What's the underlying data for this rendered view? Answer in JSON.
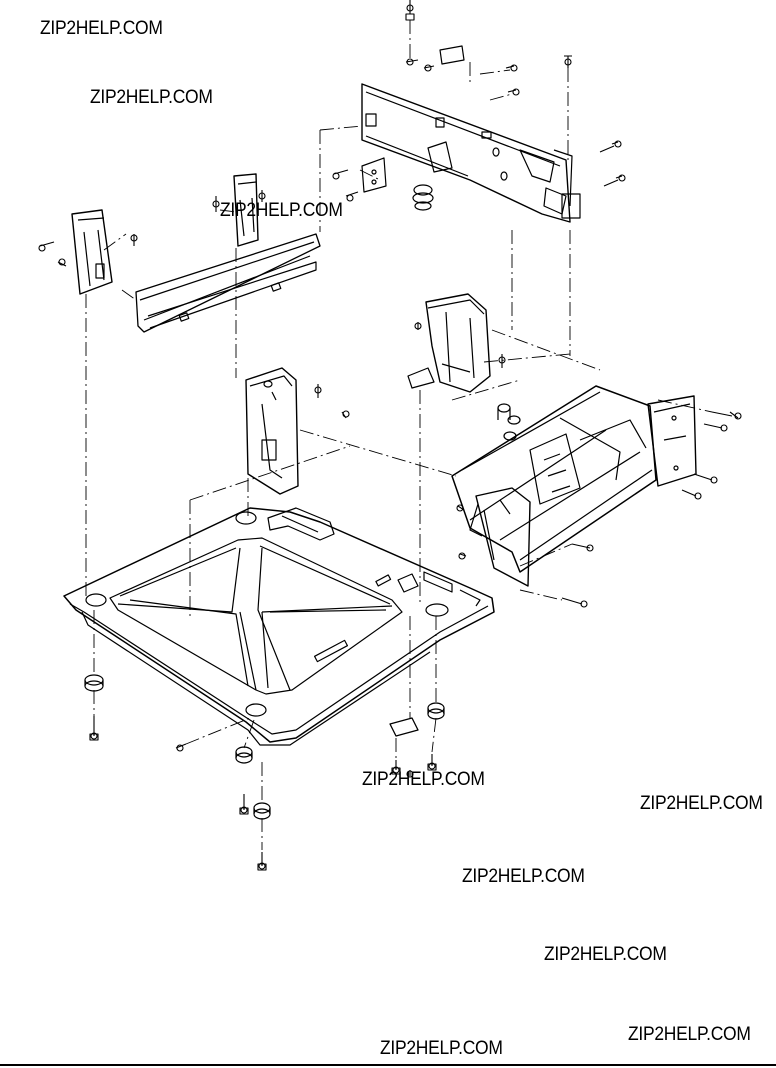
{
  "watermarks": [
    "ZIP2HELP.COM",
    "ZIP2HELP.COM",
    "ZIP2HELP.COM",
    "ZIP2HELP.COM",
    "ZIP2HELP.COM",
    "ZIP2HELP.COM",
    "ZIP2HELP.COM",
    "ZIP2HELP.COM",
    "ZIP2HELP.COM"
  ],
  "colors": {
    "line": "#000000",
    "background": "#ffffff"
  }
}
